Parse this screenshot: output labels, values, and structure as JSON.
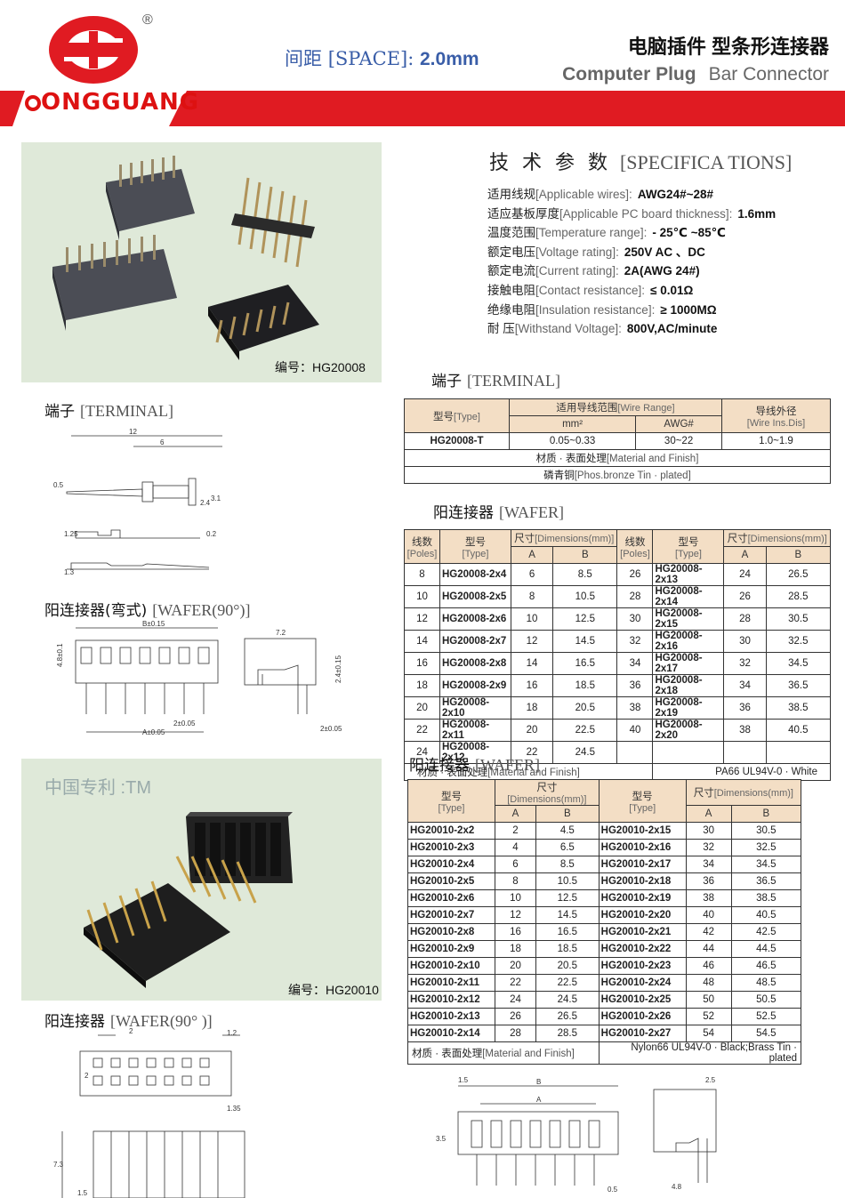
{
  "header": {
    "brand": "ONGGUANG",
    "registered_mark": "®",
    "space_label_cn": "间距",
    "space_label_en": "[SPACE]:",
    "space_value": "2.0mm",
    "title_cn": "电脑插件  型条形连接器",
    "title_en_1": "Computer Plug",
    "title_en_2": "Bar Connector"
  },
  "photos": {
    "code1": "编号：HG20008",
    "code2": "编号：HG20010",
    "patent": "中国专利 :TM"
  },
  "specs": {
    "title_cn": "技 术 参 数",
    "title_en": "[SPECIFICA TIONS]",
    "items": [
      {
        "label": "适用线规",
        "en": "[Applicable wires]:",
        "value": "AWG24#~28#"
      },
      {
        "label": "适应基板厚度",
        "en": "[Applicable PC board thickness]:",
        "value": "1.6mm"
      },
      {
        "label": "温度范围",
        "en": "[Temperature range]:",
        "value": "- 25℃ ~85℃"
      },
      {
        "label": "额定电压",
        "en": "[Voltage rating]:",
        "value": "250V  AC 、DC"
      },
      {
        "label": "额定电流",
        "en": "[Current rating]:",
        "value": "2A(AWG 24#)"
      },
      {
        "label": "接触电阻",
        "en": "[Contact resistance]:",
        "value": "≤ 0.01Ω"
      },
      {
        "label": "绝缘电阻",
        "en": "[Insulation resistance]:",
        "value": "≥ 1000MΩ"
      },
      {
        "label": "耐      压",
        "en": "[Withstand Voltage]:",
        "value": "800V,AC/minute"
      }
    ]
  },
  "sections": {
    "terminal_right_cn": "端子",
    "terminal_right_en": "[TERMINAL]",
    "terminal_left_cn": "端子",
    "terminal_left_en": "[TERMINAL]",
    "wafer1_cn": "阳连接器",
    "wafer1_en": "[WAFER]",
    "wafer90_cn": "阳连接器(弯式)",
    "wafer90_en": "[WAFER(90°)]",
    "wafer2_cn": "阳连接器",
    "wafer2_en": "[WAFER]",
    "wafer90b_cn": "阳连接器",
    "wafer90b_en": "[WAFER(90°  )]"
  },
  "terminal_table": {
    "type_cn": "型号",
    "type_en": "[Type]",
    "range_cn": "适用导线范围",
    "range_en": "[Wire Range]",
    "mm": "mm²",
    "awg": "AWG#",
    "dia_cn": "导线外径",
    "dia_en": "[Wire Ins.Dis]",
    "row": {
      "type": "HG20008-T",
      "mm": "0.05~0.33",
      "awg": "30~22",
      "dia": "1.0~1.9"
    },
    "material_cn": "材质 · 表面处理",
    "material_en": "[Material and Finish]",
    "material_value_cn": "磷青铜",
    "material_value_en": "[Phos.bronze Tin ·  plated]"
  },
  "wafer_table1": {
    "poles_cn": "线数",
    "poles_en": "[Poles]",
    "type_cn": "型号",
    "type_en": "[Type]",
    "dim_cn": "尺寸",
    "dim_en": "[Dimensions(mm)]",
    "a": "A",
    "b": "B",
    "left": [
      [
        "8",
        "HG20008-2x4",
        "6",
        "8.5"
      ],
      [
        "10",
        "HG20008-2x5",
        "8",
        "10.5"
      ],
      [
        "12",
        "HG20008-2x6",
        "10",
        "12.5"
      ],
      [
        "14",
        "HG20008-2x7",
        "12",
        "14.5"
      ],
      [
        "16",
        "HG20008-2x8",
        "14",
        "16.5"
      ],
      [
        "18",
        "HG20008-2x9",
        "16",
        "18.5"
      ],
      [
        "20",
        "HG20008-2x10",
        "18",
        "20.5"
      ],
      [
        "22",
        "HG20008-2x11",
        "20",
        "22.5"
      ],
      [
        "24",
        "HG20008-2x12",
        "22",
        "24.5"
      ]
    ],
    "right": [
      [
        "26",
        "HG20008-2x13",
        "24",
        "26.5"
      ],
      [
        "28",
        "HG20008-2x14",
        "26",
        "28.5"
      ],
      [
        "30",
        "HG20008-2x15",
        "28",
        "30.5"
      ],
      [
        "32",
        "HG20008-2x16",
        "30",
        "32.5"
      ],
      [
        "34",
        "HG20008-2x17",
        "32",
        "34.5"
      ],
      [
        "36",
        "HG20008-2x18",
        "34",
        "36.5"
      ],
      [
        "38",
        "HG20008-2x19",
        "36",
        "38.5"
      ],
      [
        "40",
        "HG20008-2x20",
        "38",
        "40.5"
      ],
      [
        "",
        "",
        "",
        ""
      ]
    ],
    "material_cn": "材质 · 表面处理",
    "material_en": "[Material and Finish]",
    "material_value": "PA66 UL94V-0 · White"
  },
  "wafer_table2": {
    "type_cn": "型号",
    "type_en": "[Type]",
    "dim_cn": "尺寸",
    "dim_en": "[Dimensions(mm)]",
    "a": "A",
    "b": "B",
    "left": [
      [
        "HG20010-2x2",
        "2",
        "4.5"
      ],
      [
        "HG20010-2x3",
        "4",
        "6.5"
      ],
      [
        "HG20010-2x4",
        "6",
        "8.5"
      ],
      [
        "HG20010-2x5",
        "8",
        "10.5"
      ],
      [
        "HG20010-2x6",
        "10",
        "12.5"
      ],
      [
        "HG20010-2x7",
        "12",
        "14.5"
      ],
      [
        "HG20010-2x8",
        "16",
        "16.5"
      ],
      [
        "HG20010-2x9",
        "18",
        "18.5"
      ],
      [
        "HG20010-2x10",
        "20",
        "20.5"
      ],
      [
        "HG20010-2x11",
        "22",
        "22.5"
      ],
      [
        "HG20010-2x12",
        "24",
        "24.5"
      ],
      [
        "HG20010-2x13",
        "26",
        "26.5"
      ],
      [
        "HG20010-2x14",
        "28",
        "28.5"
      ]
    ],
    "right": [
      [
        "HG20010-2x15",
        "30",
        "30.5"
      ],
      [
        "HG20010-2x16",
        "32",
        "32.5"
      ],
      [
        "HG20010-2x17",
        "34",
        "34.5"
      ],
      [
        "HG20010-2x18",
        "36",
        "36.5"
      ],
      [
        "HG20010-2x19",
        "38",
        "38.5"
      ],
      [
        "HG20010-2x20",
        "40",
        "40.5"
      ],
      [
        "HG20010-2x21",
        "42",
        "42.5"
      ],
      [
        "HG20010-2x22",
        "44",
        "44.5"
      ],
      [
        "HG20010-2x23",
        "46",
        "46.5"
      ],
      [
        "HG20010-2x24",
        "48",
        "48.5"
      ],
      [
        "HG20010-2x25",
        "50",
        "50.5"
      ],
      [
        "HG20010-2x26",
        "52",
        "52.5"
      ],
      [
        "HG20010-2x27",
        "54",
        "54.5"
      ]
    ],
    "material_cn": "材质 · 表面处理",
    "material_en": "[Material and Finish]",
    "material_value": "Nylon66  UL94V-0 · Black;Brass Tin · plated"
  },
  "dims": {
    "t_12": "12",
    "t_6": "6",
    "t_05": "0.5",
    "t_24": "2.4",
    "t_31": "3.1",
    "t_125": "1.25",
    "t_02": "0.2",
    "t_13": "1.3",
    "w_b": "B±0.15",
    "w_48": "4.8±0.1",
    "w_2": "2±0.05",
    "w_a": "A±0.05",
    "w_72": "7.2",
    "w_24": "2.4±0.15",
    "w_2b": "2±0.05",
    "b_2": "2",
    "b_12": "1.2",
    "b_2v": "2",
    "b_135": "1.35",
    "b_73": "7.3",
    "b_15": "1.5",
    "r_15": "1.5",
    "r_b": "B",
    "r_a": "A",
    "r_35": "3.5",
    "r_05": "0.5",
    "r_25": "2.5",
    "r_48": "4.8"
  },
  "colors": {
    "brand_red": "#e01b22",
    "table_header": "#f3dec5",
    "photo_bg": "#dfe9d9",
    "accent_blue": "#3a5ea8"
  }
}
